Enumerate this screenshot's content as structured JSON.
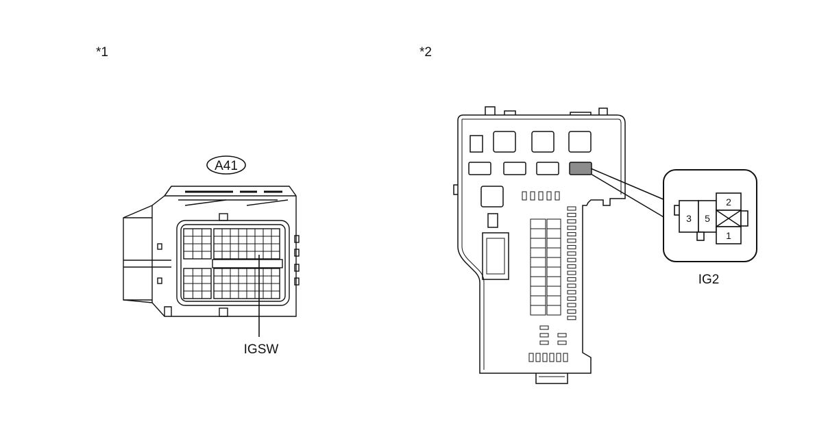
{
  "panel_left": {
    "marker": "*1",
    "connector_code": "A41",
    "terminal_label": "IGSW"
  },
  "panel_right": {
    "marker": "*2",
    "relay_label": "IG2",
    "relay_pins": [
      "3",
      "5",
      "2",
      "1"
    ]
  }
}
